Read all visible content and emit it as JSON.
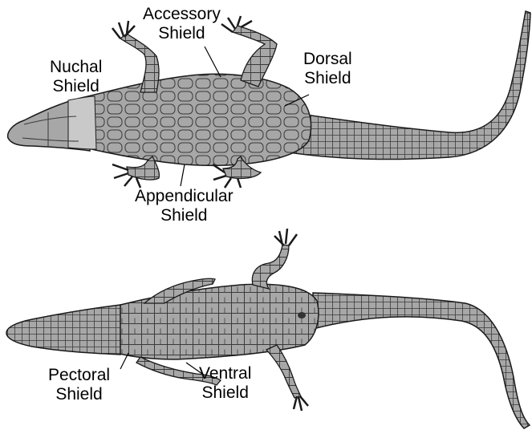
{
  "diagram": {
    "labels": {
      "accessory": {
        "line1": "Accessory",
        "line2": "Shield"
      },
      "nuchal": {
        "line1": "Nuchal",
        "line2": "Shield"
      },
      "dorsal": {
        "line1": "Dorsal",
        "line2": "Shield"
      },
      "appendicular": {
        "line1": "Appendicular",
        "line2": "Shield"
      },
      "pectoral": {
        "line1": "Pectoral",
        "line2": "Shield"
      },
      "ventral": {
        "line1": "Ventral",
        "line2": "Shield"
      }
    },
    "colors": {
      "body_fill": "#a7a7a7",
      "nuchal_fill": "#c9c9c9",
      "outline": "#1a1a1a",
      "scale_line": "#3a3a3a",
      "background": "#ffffff"
    },
    "views": [
      "dorsal-view",
      "ventral-view"
    ]
  }
}
